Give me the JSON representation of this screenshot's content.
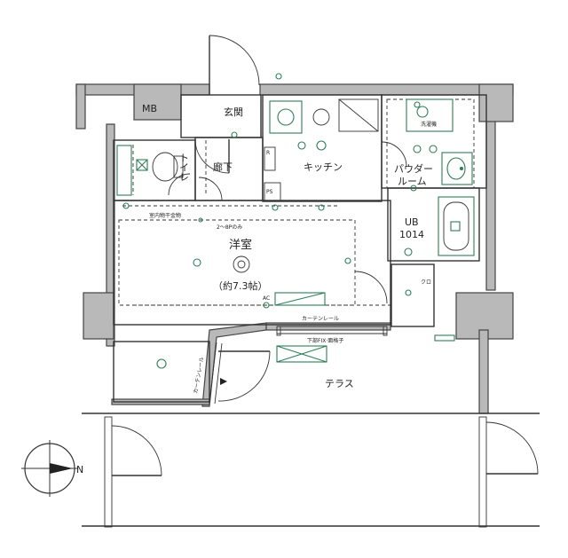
{
  "rooms": {
    "mb": "MB",
    "entrance": "玄関",
    "toilet": "トイレ",
    "hallway": "廊下",
    "kitchen": "キッチン",
    "powder_room_line1": "パウダー",
    "powder_room_line2": "ルーム",
    "unit_bath_line1": "UB",
    "unit_bath_line2": "1014",
    "western_room": "洋室",
    "western_room_size": "（約7.3帖）",
    "closet": "クロ",
    "terrace": "テラス"
  },
  "labels": {
    "ps": "PS",
    "refrigerator": "R",
    "ac": "AC",
    "curtain_rail_top": "カーテンレール",
    "curtain_rail_side": "カーテンレール",
    "window_note": "下部FIX·面格子",
    "room_note": "室内物干金物",
    "outlet_note": "2～8Pのみ",
    "washer": "洗濯機",
    "compass_n": "N"
  },
  "colors": {
    "wall": "#b9b9b9",
    "outline": "#333333",
    "equipment": "#2e7d58"
  }
}
